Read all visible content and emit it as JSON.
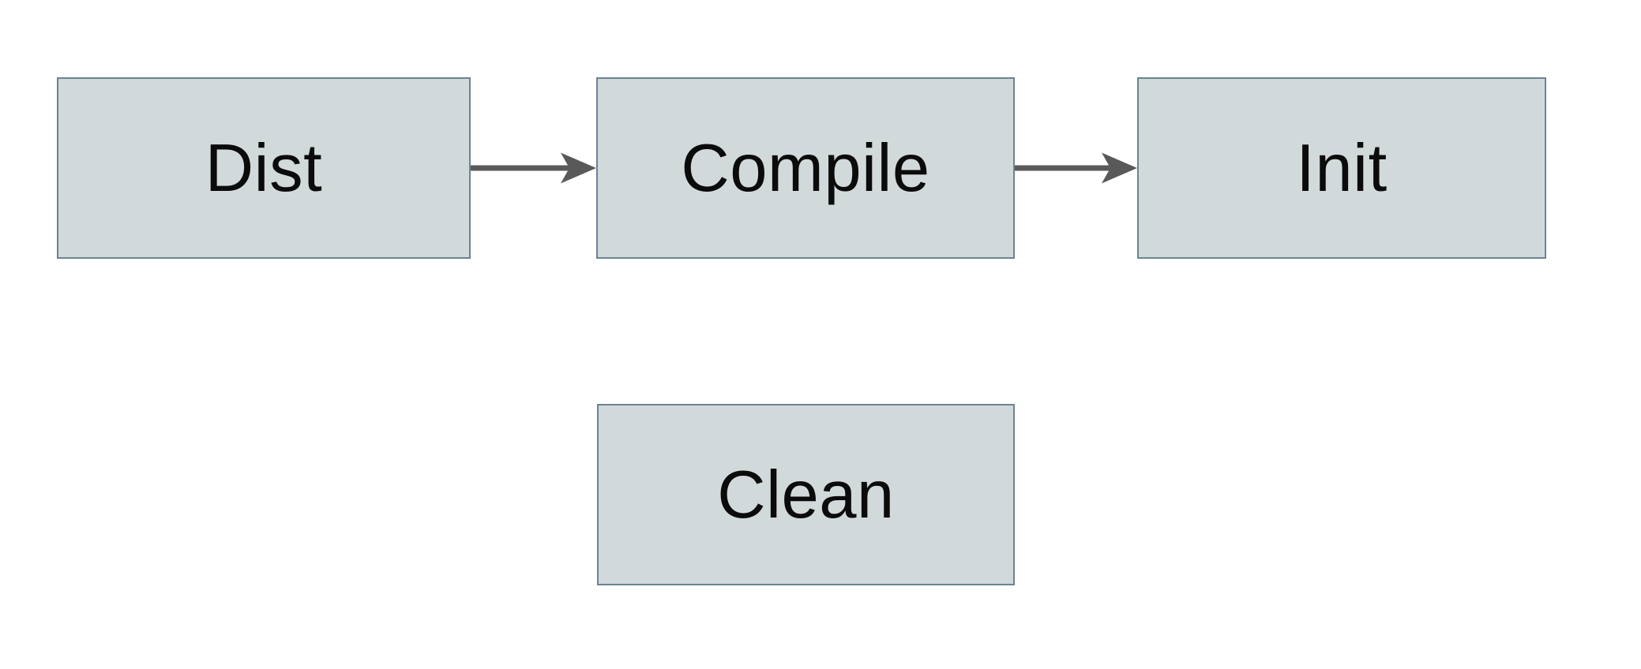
{
  "diagram": {
    "type": "flowchart",
    "nodes": [
      {
        "id": "dist",
        "label": "Dist"
      },
      {
        "id": "compile",
        "label": "Compile"
      },
      {
        "id": "init",
        "label": "Init"
      },
      {
        "id": "clean",
        "label": "Clean"
      }
    ],
    "edges": [
      {
        "from": "Dist",
        "to": "Compile",
        "style": "arrow-right"
      },
      {
        "from": "Compile",
        "to": "Init",
        "style": "arrow-right"
      }
    ]
  },
  "colors": {
    "background": "#ffffff",
    "node_fill": "#d2d9db",
    "node_border": "#6a8492",
    "arrow": "#595959",
    "text": "#0b0b0b"
  }
}
